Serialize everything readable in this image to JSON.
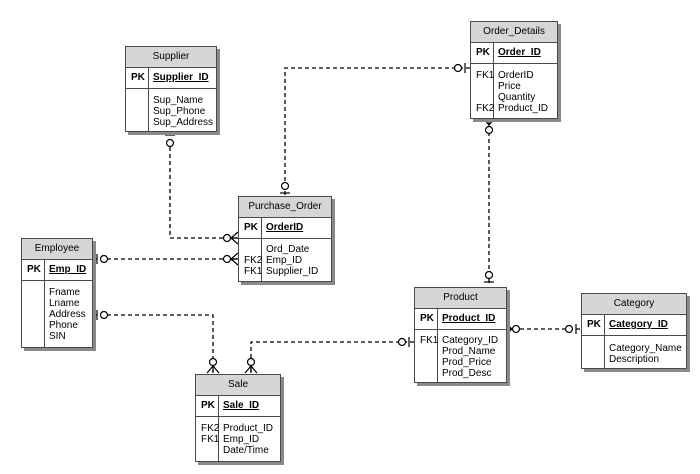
{
  "entities": {
    "supplier": {
      "title": "Supplier",
      "pk_label": "PK",
      "pk_field": "Supplier_ID",
      "keys": [
        "",
        "",
        ""
      ],
      "fields": [
        "Sup_Name",
        "Sup_Phone",
        "Sup_Address"
      ]
    },
    "order_details": {
      "title": "Order_Details",
      "pk_label": "PK",
      "pk_field": "Order_ID",
      "keys": [
        "FK1",
        "",
        "",
        "FK2"
      ],
      "fields": [
        "OrderID",
        "Price",
        "Quantity",
        "Product_ID"
      ]
    },
    "purchase_order": {
      "title": "Purchase_Order",
      "pk_label": "PK",
      "pk_field": "OrderID",
      "keys": [
        "",
        "FK2",
        "FK1"
      ],
      "fields": [
        "Ord_Date",
        "Emp_ID",
        "Supplier_ID"
      ]
    },
    "employee": {
      "title": "Employee",
      "pk_label": "PK",
      "pk_field": "Emp_ID",
      "keys": [
        "",
        "",
        "",
        "",
        ""
      ],
      "fields": [
        "Fname",
        "Lname",
        "Address",
        "Phone",
        "SIN"
      ]
    },
    "product": {
      "title": "Product",
      "pk_label": "PK",
      "pk_field": "Product_ID",
      "keys": [
        "FK1",
        "",
        "",
        ""
      ],
      "fields": [
        "Category_ID",
        "Prod_Name",
        "Prod_Price",
        "Prod_Desc"
      ]
    },
    "category": {
      "title": "Category",
      "pk_label": "PK",
      "pk_field": "Category_ID",
      "keys": [
        "",
        ""
      ],
      "fields": [
        "Category_Name",
        "Description"
      ]
    },
    "sale": {
      "title": "Sale",
      "pk_label": "PK",
      "pk_field": "Sale_ID",
      "keys": [
        "FK2",
        "FK1",
        ""
      ],
      "fields": [
        "Product_ID",
        "Emp_ID",
        "Date/Time"
      ]
    }
  }
}
